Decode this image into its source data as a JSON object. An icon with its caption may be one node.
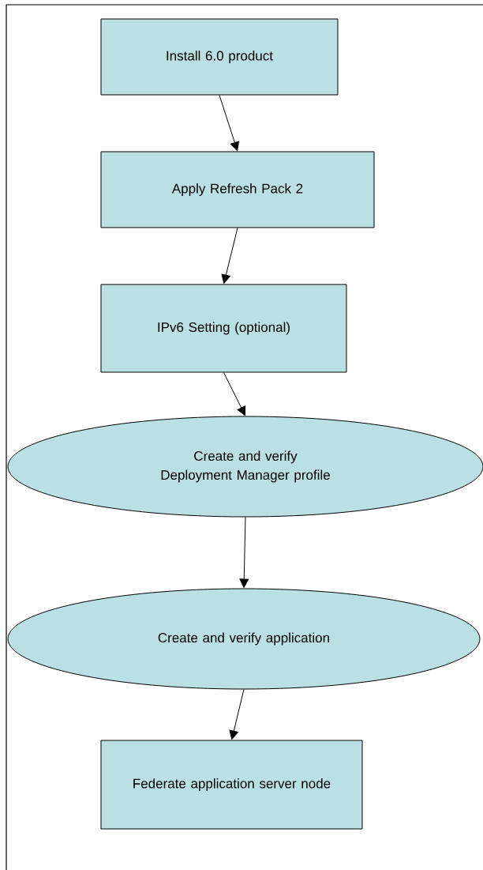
{
  "diagram": {
    "nodes": [
      {
        "text": [
          "Install 6.0 product"
        ]
      },
      {
        "text": [
          "Apply Refresh Pack 2"
        ]
      },
      {
        "text": [
          "IPv6 Setting (optional)"
        ]
      },
      {
        "text": [
          "Create and verify Deployment Manager profile"
        ]
      },
      {
        "text": [
          "Create and verify application"
        ]
      },
      {
        "text": [
          "Federate application server node"
        ]
      }
    ],
    "edges": [
      {
        "from": 0,
        "to": 1,
        "arrow": "to"
      },
      {
        "from": 1,
        "to": 2,
        "arrow": "to"
      },
      {
        "from": 2,
        "to": 3,
        "arrow": "to"
      },
      {
        "from": 3,
        "to": 4,
        "arrow": "to"
      },
      {
        "from": 4,
        "to": 5,
        "arrow": "to"
      }
    ]
  }
}
